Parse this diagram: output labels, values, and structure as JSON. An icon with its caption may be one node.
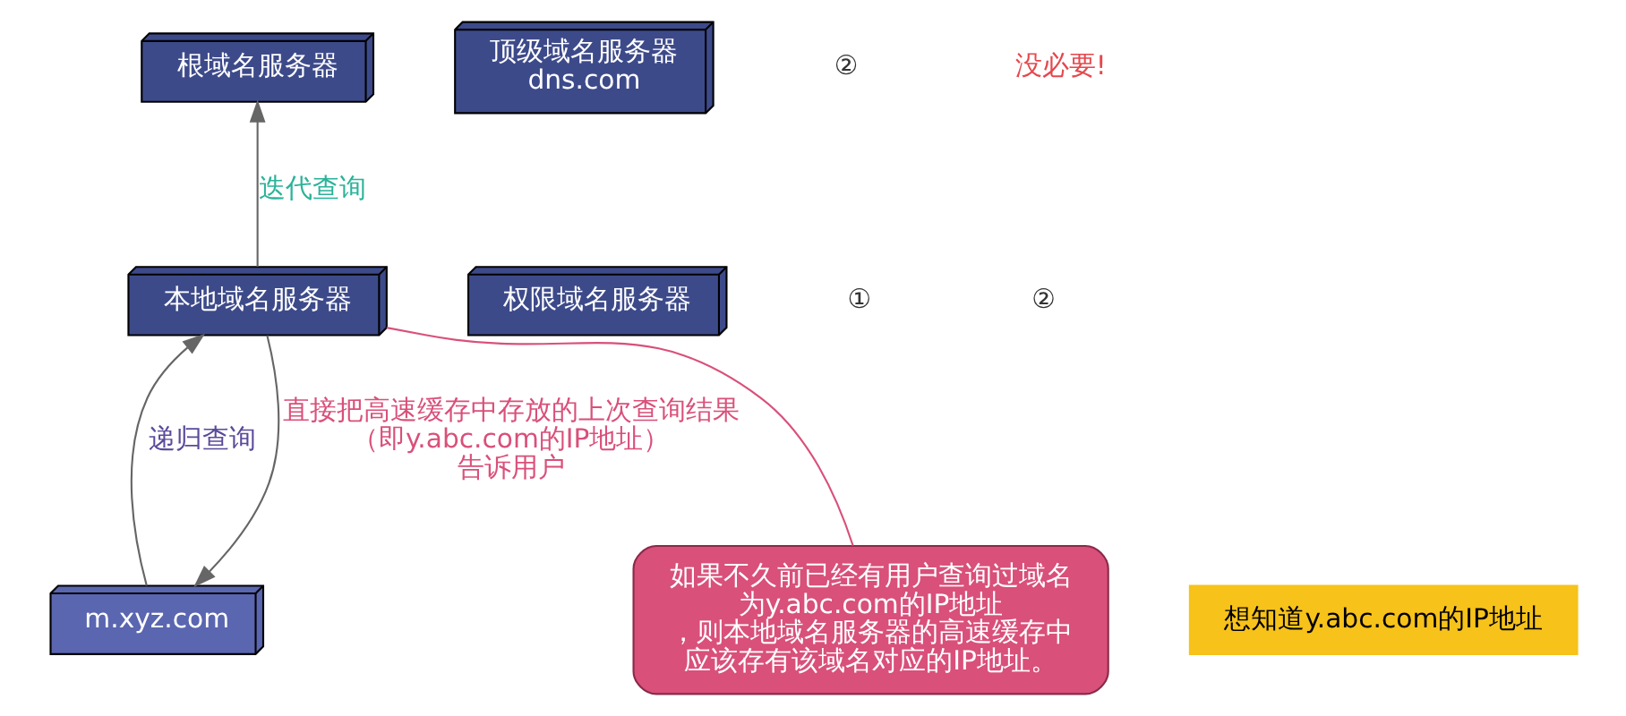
{
  "diagram": {
    "nodes": [
      {
        "text": [
          "根域名服务器"
        ]
      },
      {
        "text": [
          "顶级域名服务器",
          "dns.com"
        ]
      },
      {
        "text": [
          "本地域名服务器"
        ]
      },
      {
        "text": [
          "权限域名服务器"
        ]
      },
      {
        "text": [
          "m.xyz.com"
        ]
      },
      {
        "text": [
          "如果不久前已经有用户查询过域名为y.abc.com的IP地址，则本地域名服务器的高速缓存中应该存有该域名对应的IP地址。"
        ]
      },
      {
        "text": [
          "想知道y.abc.com的IP地址"
        ]
      }
    ],
    "edges": [
      {
        "from": 2,
        "to": 0,
        "arrow": "to",
        "label": "迭代查询"
      },
      {
        "from": 4,
        "to": 2,
        "arrow": "to",
        "label": "递归查询"
      },
      {
        "from": 2,
        "to": 4,
        "arrow": "to",
        "label": "直接把高速缓存中存放的上次查询结果（即y.abc.com的IP地址）告诉用户"
      },
      {
        "from": 5,
        "to": 2,
        "arrow": "none",
        "color": "#d9507a"
      }
    ],
    "labels": [
      "②",
      "没必要!",
      "①",
      "②"
    ]
  }
}
